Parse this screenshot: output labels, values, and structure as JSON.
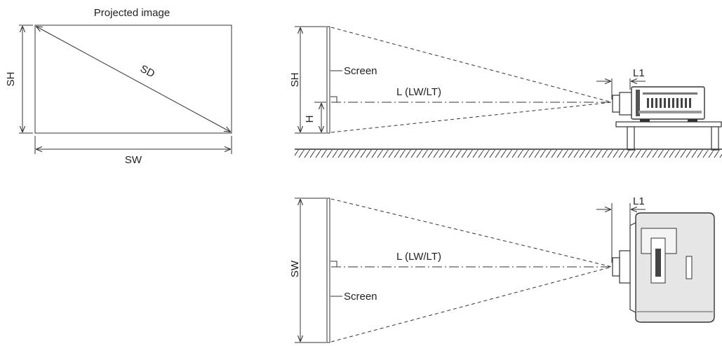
{
  "projected_image": {
    "title": "Projected image",
    "sh_label": "SH",
    "sw_label": "SW",
    "sd_label": "SD"
  },
  "side_view": {
    "sh_label": "SH",
    "h_label": "H",
    "screen_label": "Screen",
    "distance_label": "L (LW/LT)",
    "l1_label": "L1"
  },
  "top_view": {
    "sw_label": "SW",
    "screen_label": "Screen",
    "distance_label": "L (LW/LT)",
    "l1_label": "L1"
  }
}
